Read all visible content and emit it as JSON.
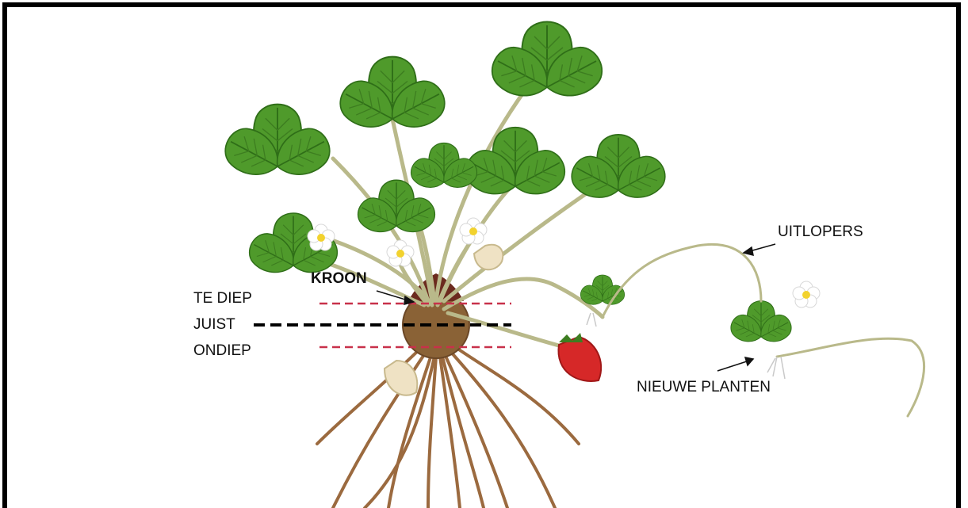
{
  "labels": {
    "crown": "KROON",
    "too_deep": "TE DIEP",
    "correct": "JUIST",
    "shallow": "ONDIEP",
    "runners": "UITLOPERS",
    "new_plants": "NIEUWE PLANTEN"
  },
  "colors": {
    "depth_line_wrong": "#c8314a",
    "depth_line_correct": "#000000",
    "leaf": "#4f9a2b",
    "stem": "#b9b98a",
    "root": "#9b6a3f",
    "berry_ripe": "#d62828",
    "berry_unripe": "#efe2c4",
    "flower_center": "#f2d22e"
  }
}
